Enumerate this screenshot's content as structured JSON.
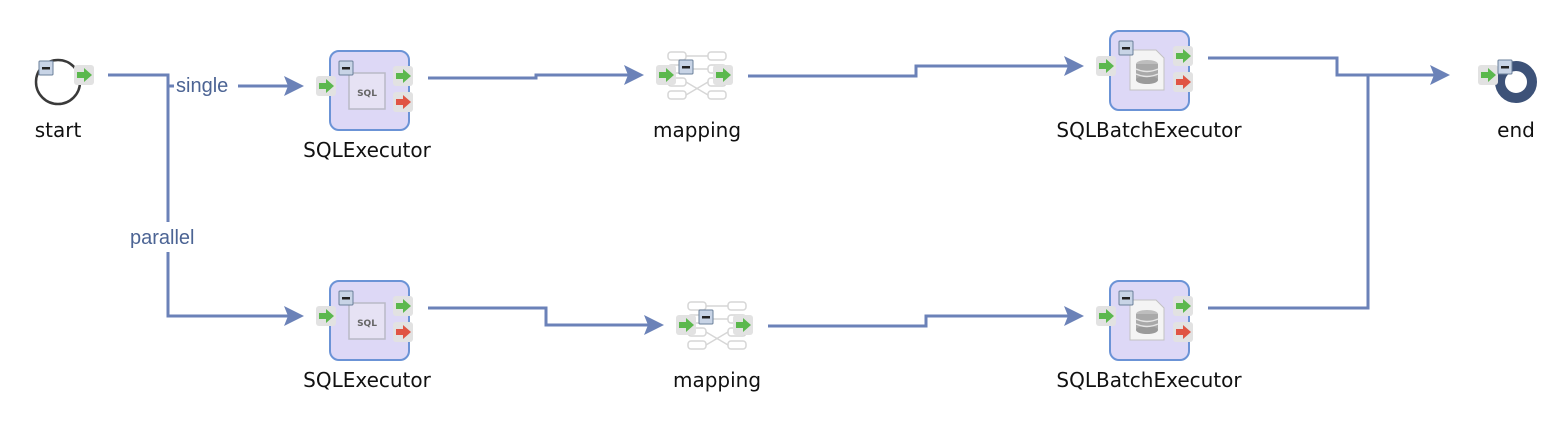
{
  "diagram": {
    "colors": {
      "edge": "#6b82b8",
      "edge_label": "#4c6494",
      "node_fill": "#ddd8f6",
      "node_border": "#6b93d6",
      "port_ok": "#5bb84d",
      "port_error": "#e05444",
      "end_ring": "#3d5278"
    },
    "nodes": [
      {
        "id": "start",
        "type": "start",
        "label": "start"
      },
      {
        "id": "sql1",
        "type": "sql-executor",
        "label": "SQLExecutor",
        "icon": "sql-icon",
        "icon_text": "SQL"
      },
      {
        "id": "map1",
        "type": "mapping",
        "label": "mapping",
        "icon": "mapping-icon"
      },
      {
        "id": "batch1",
        "type": "sql-batch-executor",
        "label": "SQLBatchExecutor",
        "icon": "database-icon"
      },
      {
        "id": "end",
        "type": "end",
        "label": "end"
      },
      {
        "id": "sql2",
        "type": "sql-executor",
        "label": "SQLExecutor",
        "icon": "sql-icon",
        "icon_text": "SQL"
      },
      {
        "id": "map2",
        "type": "mapping",
        "label": "mapping",
        "icon": "mapping-icon"
      },
      {
        "id": "batch2",
        "type": "sql-batch-executor",
        "label": "SQLBatchExecutor",
        "icon": "database-icon"
      }
    ],
    "edges": [
      {
        "from": "start",
        "to": "sql1",
        "label": "single"
      },
      {
        "from": "start",
        "to": "sql2",
        "label": "parallel"
      },
      {
        "from": "sql1",
        "to": "map1",
        "label": ""
      },
      {
        "from": "map1",
        "to": "batch1",
        "label": ""
      },
      {
        "from": "batch1",
        "to": "end",
        "label": ""
      },
      {
        "from": "sql2",
        "to": "map2",
        "label": ""
      },
      {
        "from": "map2",
        "to": "batch2",
        "label": ""
      },
      {
        "from": "batch2",
        "to": "end",
        "label": ""
      }
    ]
  }
}
